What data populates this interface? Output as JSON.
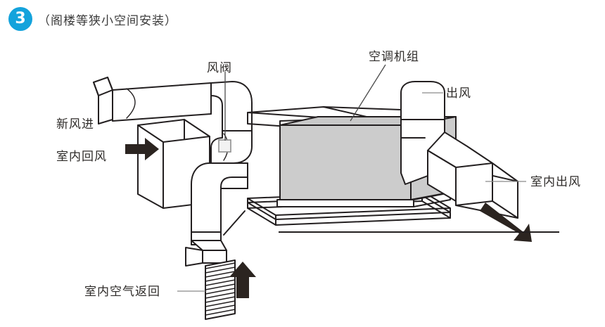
{
  "header": {
    "badge_number": "3",
    "title": "（阁楼等狭小空间安装）"
  },
  "colors": {
    "badge_blue": "#14a3dc",
    "line_dark": "#231f20",
    "unit_gray": "#cccccc",
    "text_dark": "#2e2b29",
    "leader_gray": "#8a8a8a"
  },
  "labels": {
    "fresh_air_in": "新风进",
    "indoor_return_air": "室内回风",
    "air_valve": "风阀",
    "ac_unit": "空调机组",
    "air_out": "出风",
    "indoor_supply_air": "室内出风",
    "indoor_air_return": "室内空气返回"
  },
  "diagram": {
    "type": "hvac-installation-schematic",
    "components": [
      "fresh-air-intake-hood",
      "fresh-air-round-duct",
      "return-air-plenum-box",
      "damper-valve",
      "elbow-duct",
      "air-conditioning-unit",
      "support-platform",
      "outlet-riser-duct",
      "supply-transition-duct",
      "supply-rectangular-duct",
      "return-air-grille",
      "floor-line"
    ],
    "arrows": [
      {
        "name": "return-air-arrow",
        "direction": "right"
      },
      {
        "name": "indoor-air-return-arrow",
        "direction": "up"
      },
      {
        "name": "indoor-supply-arrow",
        "direction": "down-right"
      }
    ]
  }
}
